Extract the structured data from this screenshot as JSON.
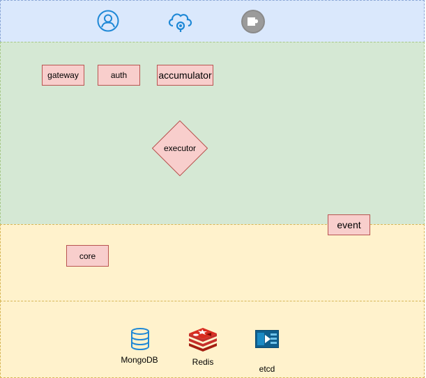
{
  "layers": {
    "top": {
      "icons": [
        "user-icon",
        "cloud-icon",
        "puzzle-icon"
      ]
    },
    "services": {
      "boxes": {
        "gateway": "gateway",
        "auth": "auth",
        "accumulator": "accumulator",
        "event": "event"
      },
      "diamond": "executor"
    },
    "core": {
      "box": "core"
    },
    "storage": {
      "mongodb": "MongoDB",
      "redis": "Redis",
      "etcd": "etcd"
    }
  },
  "colors": {
    "top_band": "#dae8fc",
    "green_band": "#d5e8d4",
    "yellow_band": "#fff2cc",
    "box_fill": "#f8cecc",
    "box_border": "#b85450",
    "icon_blue": "#1e88d6"
  }
}
